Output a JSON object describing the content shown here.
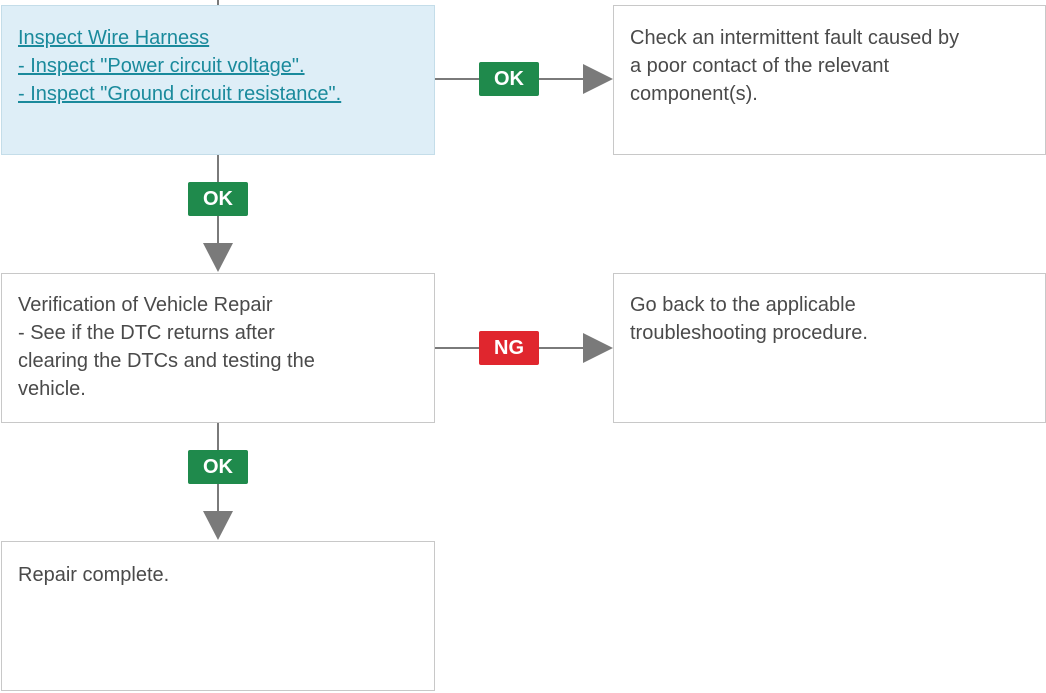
{
  "colors": {
    "ok": "#1f8a4c",
    "ng": "#e0262e",
    "link": "#1a8a9c",
    "highlight_box": "#deeef7",
    "arrow": "#7a7a7a"
  },
  "boxes": {
    "inspect": {
      "title": "Inspect Wire Harness",
      "items": [
        "- Inspect \"Power circuit voltage\".",
        "- Inspect \"Ground circuit resistance\"."
      ]
    },
    "intermittent": {
      "lines": [
        "Check an intermittent fault caused by",
        "a poor contact of the relevant",
        "component(s)."
      ]
    },
    "verify": {
      "lines": [
        "Verification of Vehicle Repair",
        "-  See if the DTC returns after",
        "clearing the DTCs and testing the",
        "vehicle."
      ]
    },
    "goback": {
      "lines": [
        "Go back to the applicable",
        "troubleshooting procedure."
      ]
    },
    "complete": {
      "lines": [
        "Repair complete."
      ]
    }
  },
  "badges": {
    "inspect_right": "OK",
    "inspect_down": "OK",
    "verify_right": "NG",
    "verify_down": "OK"
  }
}
